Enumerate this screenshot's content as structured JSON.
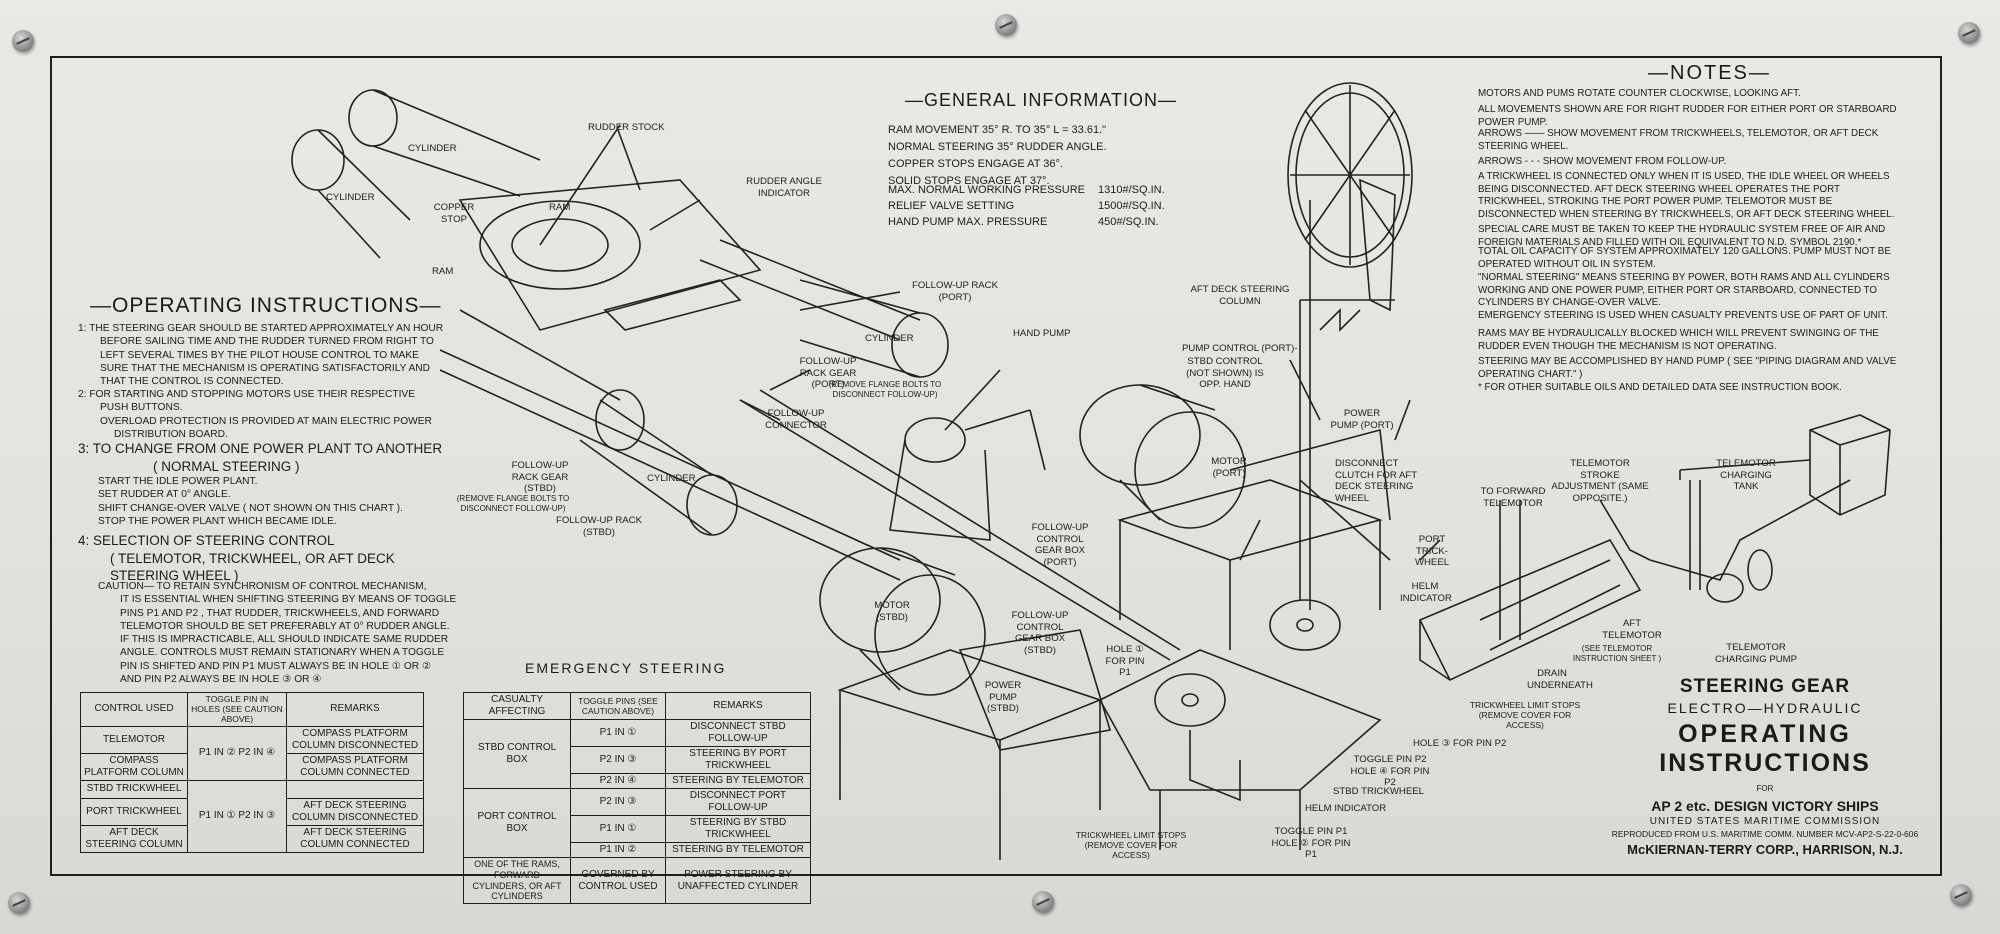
{
  "general": {
    "heading": "—GENERAL INFORMATION—",
    "rows": [
      {
        "label": "RAM MOVEMENT  35° R. TO 35° L = 33.61.\"",
        "value": ""
      },
      {
        "label": "NORMAL STEERING 35° RUDDER ANGLE.",
        "value": ""
      },
      {
        "label": "COPPER STOPS ENGAGE AT 36°.",
        "value": ""
      },
      {
        "label": "SOLID STOPS ENGAGE AT 37°.",
        "value": ""
      },
      {
        "label": "MAX. NORMAL WORKING PRESSURE",
        "value": "1310#/SQ.IN."
      },
      {
        "label": "RELIEF VALVE SETTING",
        "value": "1500#/SQ.IN."
      },
      {
        "label": "HAND PUMP MAX. PRESSURE",
        "value": "450#/SQ.IN."
      }
    ]
  },
  "operating": {
    "heading": "—OPERATING INSTRUCTIONS—",
    "step1": [
      "1:  THE STEERING GEAR SHOULD BE STARTED APPROXIMATELY AN HOUR",
      "BEFORE SAILING TIME AND THE RUDDER TURNED FROM RIGHT TO",
      "LEFT SEVERAL TIMES BY THE PILOT HOUSE CONTROL TO MAKE",
      "SURE THAT THE MECHANISM IS OPERATING SATISFACTORILY AND",
      "THAT THE CONTROL IS CONNECTED."
    ],
    "step2": [
      "2:  FOR STARTING AND STOPPING MOTORS USE THEIR RESPECTIVE",
      "PUSH BUTTONS.",
      "OVERLOAD PROTECTION IS PROVIDED AT MAIN ELECTRIC POWER",
      "DISTRIBUTION BOARD."
    ],
    "step3_title": [
      "3:  TO CHANGE FROM ONE POWER PLANT TO ANOTHER",
      "( NORMAL STEERING )"
    ],
    "step3": [
      "START THE IDLE POWER PLANT.",
      "SET RUDDER AT 0° ANGLE.",
      "SHIFT CHANGE-OVER VALVE ( NOT SHOWN ON THIS CHART ).",
      "STOP THE POWER PLANT WHICH BECAME IDLE."
    ],
    "step4_title": [
      "4:  SELECTION OF STEERING CONTROL",
      "( TELEMOTOR, TRICKWHEEL, OR AFT DECK",
      "STEERING WHEEL )"
    ],
    "caution": [
      "CAUTION— TO RETAIN SYNCHRONISM OF CONTROL MECHANISM,",
      "IT IS ESSENTIAL WHEN SHIFTING STEERING BY MEANS OF TOGGLE",
      "PINS P1 AND P2 , THAT RUDDER, TRICKWHEELS, AND FORWARD",
      "TELEMOTOR SHOULD BE SET PREFERABLY AT 0° RUDDER ANGLE.",
      "IF THIS IS IMPRACTICABLE, ALL SHOULD INDICATE SAME RUDDER",
      "ANGLE.  CONTROLS MUST REMAIN STATIONARY WHEN A TOGGLE",
      "PIN IS SHIFTED AND PIN P1 MUST ALWAYS BE IN HOLE ① OR ②",
      "AND PIN P2 ALWAYS BE IN HOLE ③ OR ④"
    ]
  },
  "control_table": {
    "headers": [
      "CONTROL USED",
      "TOGGLE PIN IN HOLES (SEE CAUTION ABOVE)",
      "REMARKS"
    ],
    "rows": [
      {
        "control": "TELEMOTOR",
        "pins": "P1 IN ②   P2 IN ④",
        "remarks": "COMPASS PLATFORM COLUMN DISCONNECTED"
      },
      {
        "control": "COMPASS PLATFORM COLUMN",
        "pins": "",
        "remarks": "COMPASS PLATFORM COLUMN CONNECTED"
      },
      {
        "control": "STBD TRICKWHEEL",
        "pins": "P1 IN ①   P2 IN ③",
        "remarks": ""
      },
      {
        "control": "PORT TRICKWHEEL",
        "pins": "",
        "remarks": "AFT DECK STEERING COLUMN DISCONNECTED"
      },
      {
        "control": "AFT DECK STEERING COLUMN",
        "pins": "",
        "remarks": "AFT DECK STEERING COLUMN CONNECTED"
      }
    ]
  },
  "emergency": {
    "heading": "EMERGENCY   STEERING",
    "headers": [
      "CASUALTY AFFECTING",
      "TOGGLE PINS (SEE CAUTION ABOVE)",
      "REMARKS"
    ],
    "groups": [
      {
        "casualty": "STBD CONTROL BOX",
        "rows": [
          [
            "P1 IN ①",
            "DISCONNECT STBD FOLLOW-UP"
          ],
          [
            "P2 IN ③",
            "STEERING BY PORT TRICKWHEEL"
          ],
          [
            "P2 IN ④",
            "STEERING BY TELEMOTOR"
          ]
        ]
      },
      {
        "casualty": "PORT CONTROL BOX",
        "rows": [
          [
            "P2 IN ③",
            "DISCONNECT PORT FOLLOW-UP"
          ],
          [
            "P1 IN ①",
            "STEERING BY STBD TRICKWHEEL"
          ],
          [
            "P1 IN ②",
            "STEERING BY TELEMOTOR"
          ]
        ]
      },
      {
        "casualty": "ONE OF THE RAMS, FORWARD CYLINDERS, OR AFT CYLINDERS",
        "rows": [
          [
            "GOVERNED BY CONTROL USED",
            "POWER STEERING BY UNAFFECTED CYLINDER"
          ]
        ]
      }
    ]
  },
  "notes": {
    "heading": "—NOTES—",
    "items": [
      "MOTORS AND PUMS ROTATE COUNTER CLOCKWISE, LOOKING AFT.",
      "ALL MOVEMENTS SHOWN ARE FOR RIGHT RUDDER FOR EITHER PORT OR STARBOARD POWER PUMP.",
      "ARROWS —— SHOW MOVEMENT FROM TRICKWHEELS, TELEMOTOR, OR AFT DECK STEERING WHEEL.",
      "ARROWS - - - SHOW MOVEMENT FROM FOLLOW-UP.",
      "A TRICKWHEEL IS CONNECTED ONLY WHEN IT IS USED, THE IDLE WHEEL OR WHEELS BEING DISCONNECTED.   AFT DECK STEERING WHEEL OPERATES THE PORT TRICKWHEEL, STROKING THE PORT POWER PUMP.  TELEMOTOR MUST BE DISCONNECTED WHEN STEERING BY TRICKWHEELS, OR AFT DECK STEERING WHEEL.",
      "SPECIAL CARE MUST BE TAKEN TO KEEP THE HYDRAULIC SYSTEM FREE OF AIR AND FOREIGN MATERIALS AND FILLED WITH OIL EQUIVALENT TO N.D. SYMBOL 2190.*",
      "TOTAL OIL CAPACITY OF SYSTEM APPROXIMATELY 120 GALLONS.  PUMP MUST NOT BE OPERATED WITHOUT OIL IN SYSTEM.",
      "\"NORMAL STEERING\" MEANS STEERING BY POWER, BOTH RAMS AND ALL CYLINDERS WORKING AND ONE POWER PUMP, EITHER PORT OR STARBOARD, CONNECTED TO CYLINDERS BY CHANGE-OVER VALVE.",
      "EMERGENCY STEERING IS USED WHEN CASUALTY PREVENTS USE OF PART OF UNIT.",
      "RAMS MAY BE HYDRAULICALLY BLOCKED WHICH WILL PREVENT SWINGING OF THE RUDDER EVEN THOUGH THE MECHANISM IS NOT OPERATING.",
      "STEERING MAY BE ACCOMPLISHED BY HAND PUMP ( SEE \"PIPING DIAGRAM AND VALVE OPERATING CHART.\" )",
      "* FOR OTHER SUITABLE OILS AND DETAILED DATA SEE INSTRUCTION BOOK."
    ]
  },
  "title_block": {
    "line1": "STEERING GEAR",
    "line2": "ELECTRO—HYDRAULIC",
    "line3": "OPERATING",
    "line4": "INSTRUCTIONS",
    "line5": "FOR",
    "line6": "AP 2 etc. DESIGN VICTORY SHIPS",
    "line7": "UNITED STATES MARITIME COMMISSION",
    "line8": "REPRODUCED FROM U.S. MARITIME COMM. NUMBER MCV-AP2-S-22-0-606",
    "line9": "McKIERNAN-TERRY CORP., HARRISON, N.J."
  },
  "labels": {
    "rudder_stock": "RUDDER STOCK",
    "cylinder_1": "CYLINDER",
    "cylinder_2": "CYLINDER",
    "cylinder_3": "CYLINDER",
    "cylinder_4": "CYLINDER",
    "copper_stop": "COPPER STOP",
    "ram_1": "RAM",
    "ram_2": "RAM",
    "rudder_angle_indicator": "RUDDER ANGLE INDICATOR",
    "follow_up_rack_port": "FOLLOW-UP RACK (PORT)",
    "follow_up_rack_gear_port": "FOLLOW-UP RACK GEAR (PORT)",
    "remove_flange_port": "(REMOVE FLANGE BOLTS TO DISCONNECT FOLLOW-UP)",
    "hand_pump": "HAND PUMP",
    "follow_up_connector": "FOLLOW-UP CONNECTOR",
    "follow_up_rack_gear_stbd": "FOLLOW-UP RACK GEAR (STBD)",
    "remove_flange_stbd": "(REMOVE FLANGE BOLTS TO DISCONNECT FOLLOW-UP)",
    "follow_up_rack_stbd": "FOLLOW-UP RACK (STBD)",
    "aft_deck_steering_column": "AFT DECK STEERING COLUMN",
    "pump_control_port": "PUMP CONTROL (PORT)-",
    "stbd_control": "STBD CONTROL (NOT SHOWN) IS OPP. HAND",
    "power_pump_port": "POWER PUMP (PORT)",
    "motor_port": "MOTOR (PORT)",
    "disconnect_clutch": "DISCONNECT CLUTCH FOR AFT DECK STEERING WHEEL",
    "follow_up_gear_box_port": "FOLLOW-UP CONTROL GEAR BOX (PORT)",
    "port_trickwheel": "PORT TRICK-WHEEL",
    "helm_indicator_1": "HELM INDICATOR",
    "to_forward_telemotor": "TO FORWARD TELEMOTOR",
    "telemotor_stroke": "TELEMOTOR STROKE ADJUSTMENT (SAME OPPOSITE.)",
    "telemotor_charging_tank": "TELEMOTOR CHARGING TANK",
    "motor_stbd": "MOTOR (STBD)",
    "follow_up_gear_box_stbd": "FOLLOW-UP CONTROL GEAR BOX (STBD)",
    "hole1_pin_p1": "HOLE ① FOR PIN P1",
    "power_pump_stbd": "POWER PUMP (STBD)",
    "aft_telemotor": "AFT TELEMOTOR",
    "see_telemotor_sheet": "(SEE TELEMOTOR INSTRUCTION SHEET )",
    "drain_underneath": "DRAIN UNDERNEATH",
    "telemotor_charging_pump": "TELEMOTOR CHARGING PUMP",
    "trickwheel_limit_stops_1": "TRICKWHEEL LIMIT STOPS (REMOVE COVER FOR ACCESS)",
    "hole3_pin_p2": "HOLE ③ FOR PIN P2",
    "toggle_pin_p2": "TOGGLE PIN P2 HOLE ④ FOR PIN P2",
    "stbd_trickwheel": "STBD TRICKWHEEL",
    "helm_indicator_2": "HELM INDICATOR",
    "toggle_pin_p1": "TOGGLE PIN P1 HOLE ② FOR PIN P1",
    "trickwheel_limit_stops_2": "TRICKWHEEL LIMIT STOPS (REMOVE COVER FOR ACCESS)"
  }
}
